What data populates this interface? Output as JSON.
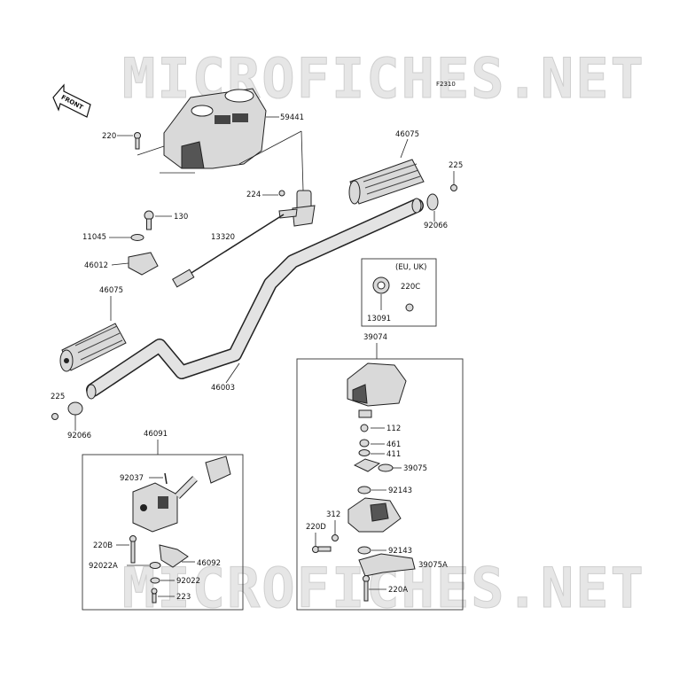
{
  "diagram": {
    "figure_code": "F2310",
    "watermark": "MICROFICHES.NET",
    "front_label": "FRONT",
    "region_label": "(EU, UK)",
    "labels": {
      "p59441": "59441",
      "p220_top": "220",
      "p46075_r": "46075",
      "p225_r": "225",
      "p224": "224",
      "p92066_r": "92066",
      "p130": "130",
      "p11045": "11045",
      "p13320": "13320",
      "p46012": "46012",
      "p220C": "220C",
      "p13091": "13091",
      "p46075_l": "46075",
      "p39074": "39074",
      "p46003": "46003",
      "p225_l": "225",
      "p92066_l": "92066",
      "p46091": "46091",
      "p112": "112",
      "p461": "461",
      "p411": "411",
      "p39075": "39075",
      "p92037": "92037",
      "p92143_a": "92143",
      "p312": "312",
      "p220D": "220D",
      "p220B": "220B",
      "p92143_b": "92143",
      "p92022A": "92022A",
      "p46092": "46092",
      "p39075A": "39075A",
      "p92022": "92022",
      "p220A": "220A",
      "p223": "223"
    }
  }
}
